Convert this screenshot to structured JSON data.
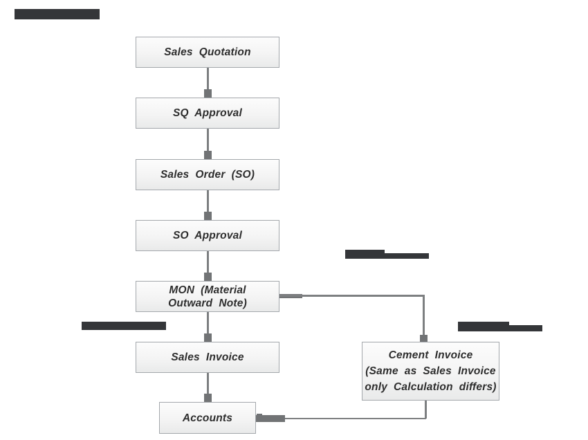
{
  "diagram": {
    "type": "flowchart",
    "background": "#ffffff",
    "nodes": {
      "sales_quotation": {
        "label": "Sales Quotation"
      },
      "sq_approval": {
        "label": "SQ Approval"
      },
      "sales_order": {
        "label": "Sales Order (SO)"
      },
      "so_approval": {
        "label": "SO Approval"
      },
      "mon": {
        "label": "MON (Material\nOutward Note)"
      },
      "sales_invoice": {
        "label": "Sales Invoice"
      },
      "accounts": {
        "label": "Accounts"
      },
      "cement_invoice": {
        "label": "Cement Invoice\n(Same as Sales Invoice\nonly Calculation differs)"
      }
    },
    "edges": [
      {
        "from": "sales_quotation",
        "to": "sq_approval"
      },
      {
        "from": "sq_approval",
        "to": "sales_order"
      },
      {
        "from": "sales_order",
        "to": "so_approval"
      },
      {
        "from": "so_approval",
        "to": "mon"
      },
      {
        "from": "mon",
        "to": "sales_invoice"
      },
      {
        "from": "mon",
        "to": "cement_invoice"
      },
      {
        "from": "sales_invoice",
        "to": "accounts"
      },
      {
        "from": "cement_invoice",
        "to": "accounts"
      }
    ],
    "redacted_labels": [
      "top-left-title",
      "above-mon-to-cement-branch",
      "left-of-sales-invoice",
      "right-of-cement-invoice"
    ],
    "colors": {
      "node_border": "#a3a7ab",
      "node_fill_top": "#fcfcfc",
      "node_fill_bottom": "#e9eaea",
      "connector_line": "#7d7f81",
      "connector_head": "#717375",
      "text": "#2d2d2d",
      "redaction": "#343639"
    }
  }
}
